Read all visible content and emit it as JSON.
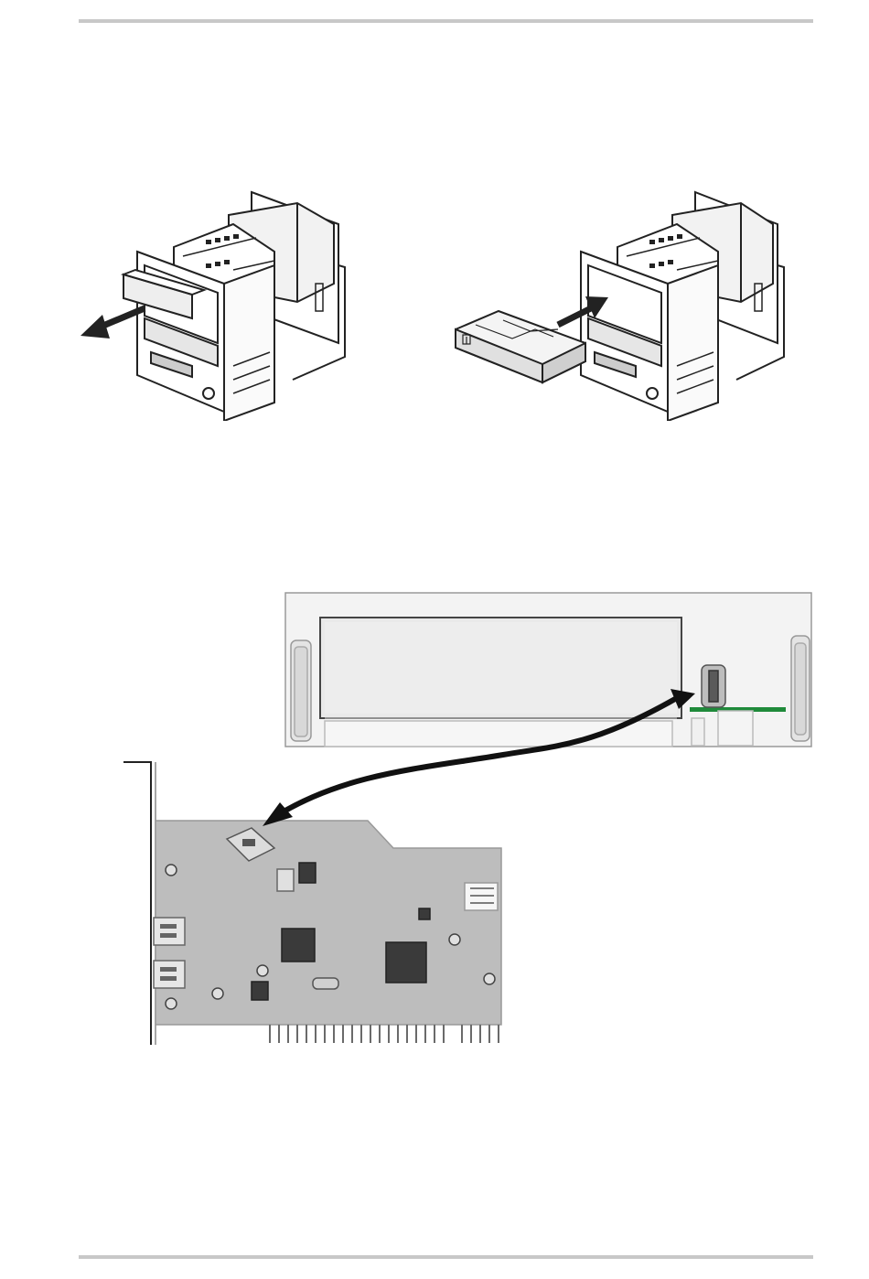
{
  "page": {
    "background": "#ffffff",
    "rule_color": "#c8c8c8"
  },
  "figures": [
    {
      "id": "bay-removal",
      "icon": "pc-case-bay-cover-removed-icon"
    },
    {
      "id": "frame-insertion",
      "icon": "pc-case-frame-insert-icon"
    },
    {
      "id": "card-connection",
      "icon": "pci-card-cable-connection-icon",
      "accent": "#1f8a3a"
    }
  ]
}
